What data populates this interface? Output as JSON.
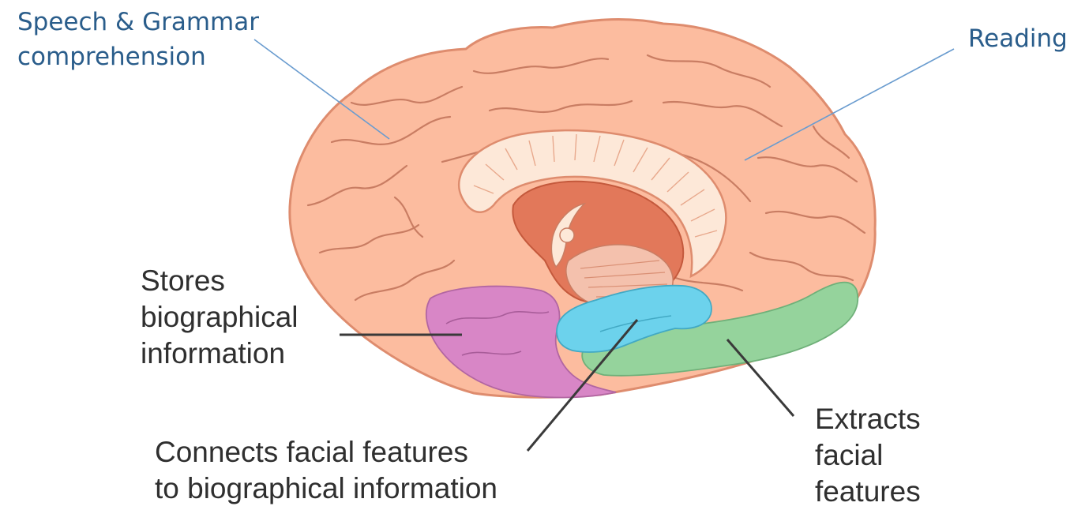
{
  "labels": {
    "speech_grammar": [
      "Speech & Grammar",
      "comprehension"
    ],
    "reading": "Reading",
    "stores_bio": [
      "Stores",
      "biographical",
      "information"
    ],
    "connects": [
      "Connects facial features",
      "to biographical information"
    ],
    "extracts": [
      "Extracts",
      "facial",
      "features"
    ]
  },
  "colors": {
    "cortex": "#fcbc9f",
    "cortex_outline": "#de8c6e",
    "sulci": "#c97d63",
    "corpus_callosum": "#fde8d8",
    "thalamus": "#e2785a",
    "temporal_purple": "#d886c6",
    "fusiform_blue": "#6cd2ec",
    "occipital_green": "#95d39c",
    "blue_label": "#2a5d8b",
    "blue_leader": "#6a9ccf",
    "dark_label": "#2f2f2f",
    "dark_leader": "#3a3a3a"
  }
}
